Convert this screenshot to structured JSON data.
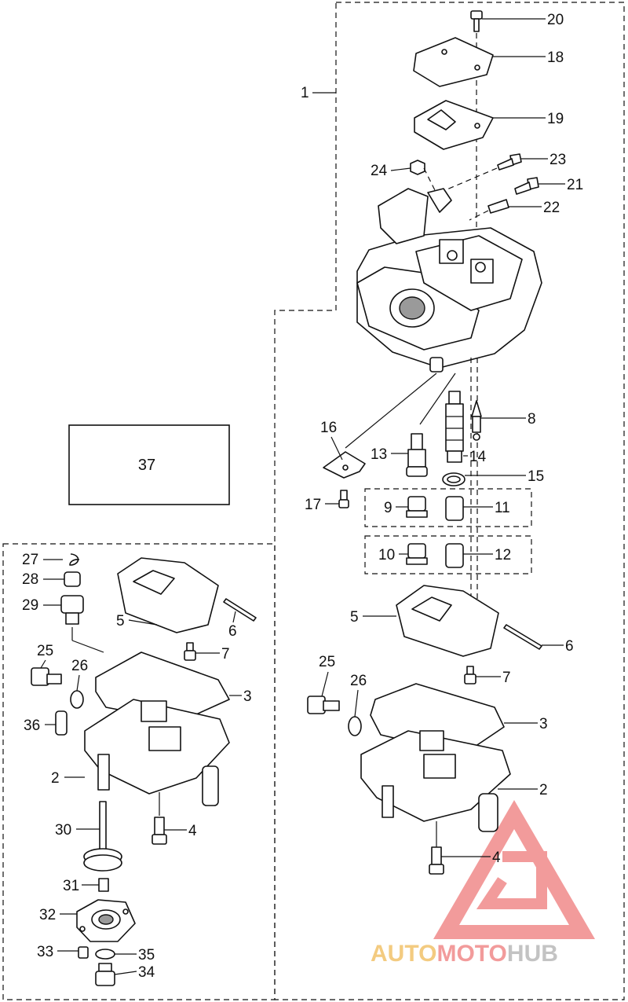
{
  "callouts": [
    {
      "id": "1",
      "text": "1"
    },
    {
      "id": "20",
      "text": "20"
    },
    {
      "id": "18",
      "text": "18"
    },
    {
      "id": "19",
      "text": "19"
    },
    {
      "id": "23",
      "text": "23"
    },
    {
      "id": "24",
      "text": "24"
    },
    {
      "id": "21",
      "text": "21"
    },
    {
      "id": "22",
      "text": "22"
    },
    {
      "id": "8",
      "text": "8"
    },
    {
      "id": "16",
      "text": "16"
    },
    {
      "id": "13",
      "text": "13"
    },
    {
      "id": "14",
      "text": "14"
    },
    {
      "id": "15",
      "text": "15"
    },
    {
      "id": "17",
      "text": "17"
    },
    {
      "id": "9",
      "text": "9"
    },
    {
      "id": "11",
      "text": "11"
    },
    {
      "id": "10",
      "text": "10"
    },
    {
      "id": "12",
      "text": "12"
    },
    {
      "id": "5r",
      "text": "5"
    },
    {
      "id": "6r",
      "text": "6"
    },
    {
      "id": "7r",
      "text": "7"
    },
    {
      "id": "25r",
      "text": "25"
    },
    {
      "id": "26r",
      "text": "26"
    },
    {
      "id": "3r",
      "text": "3"
    },
    {
      "id": "2r",
      "text": "2"
    },
    {
      "id": "4r",
      "text": "4"
    },
    {
      "id": "27",
      "text": "27"
    },
    {
      "id": "28",
      "text": "28"
    },
    {
      "id": "29",
      "text": "29"
    },
    {
      "id": "5l",
      "text": "5"
    },
    {
      "id": "6l",
      "text": "6"
    },
    {
      "id": "7l",
      "text": "7"
    },
    {
      "id": "25l",
      "text": "25"
    },
    {
      "id": "26l",
      "text": "26"
    },
    {
      "id": "3l",
      "text": "3"
    },
    {
      "id": "36",
      "text": "36"
    },
    {
      "id": "2l",
      "text": "2"
    },
    {
      "id": "30",
      "text": "30"
    },
    {
      "id": "4l",
      "text": "4"
    },
    {
      "id": "31",
      "text": "31"
    },
    {
      "id": "32",
      "text": "32"
    },
    {
      "id": "33",
      "text": "33"
    },
    {
      "id": "35",
      "text": "35"
    },
    {
      "id": "34",
      "text": "34"
    }
  ],
  "box37": {
    "label": "37"
  },
  "watermark": {
    "part1": "AUTO",
    "part2": "MOTO",
    "part3": "HUB",
    "colors": {
      "auto": "#f2c26b",
      "moto": "#f08a8a",
      "hub": "#b9b9b9",
      "triangle": "#f08a8a"
    }
  }
}
